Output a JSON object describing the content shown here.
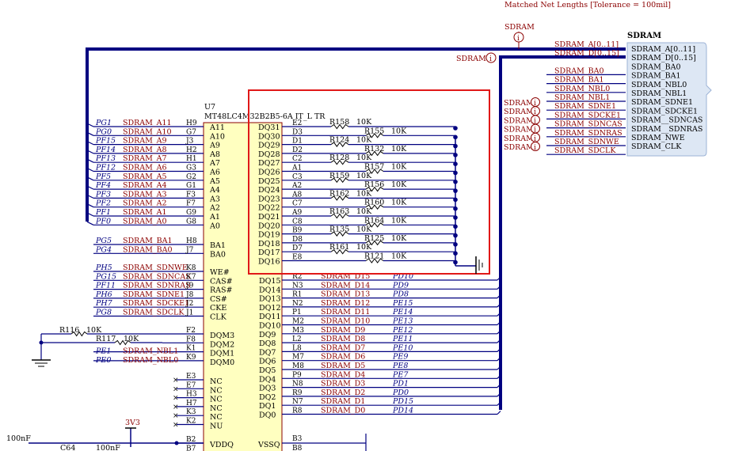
{
  "header": {
    "matched_net": "Matched Net Lengths [Tolerance = 100mil]"
  },
  "harness": {
    "title": "SDRAM",
    "top_label": "SDRAM",
    "left_label": "SDRAM",
    "entries": [
      "SDRAM_A[0..11]",
      "SDRAM_D[0..15]",
      "SDRAM_BA0",
      "SDRAM_BA1",
      "SDRAM_NBL0",
      "SDRAM_NBL1",
      "SDRAM_SDNE1",
      "SDRAM_SDCKE1",
      "SDRAM__SDNCAS",
      "SDRAM__SDNRAS",
      "SDRAM_NWE",
      "SDRAM_CLK"
    ],
    "bus_lines": [
      "SDRAM_A[0..11]",
      "SDRAM_D[0..15]",
      "SDRAM_BA0",
      "SDRAM_BA1",
      "SDRAM_NBL0",
      "SDRAM_NBL1",
      "SDRAM_SDNE1",
      "SDRAM_SDCKE1",
      "SDRAM_SDNCAS",
      "SDRAM_SDNRAS",
      "SDRAM_SDNWE",
      "SDRAM_SDCLK"
    ],
    "sdram_tags": [
      "SDRAM",
      "SDRAM",
      "SDRAM",
      "SDRAM",
      "SDRAM",
      "SDRAM"
    ]
  },
  "chip": {
    "ref": "U7",
    "part": "MT48LC4M32B2B5-6A IT_L TR",
    "addr_pins": [
      {
        "port": "PG1",
        "net": "SDRAM_A11",
        "num": "H9",
        "name": "A11"
      },
      {
        "port": "PG0",
        "net": "SDRAM_A10",
        "num": "G7",
        "name": "A10"
      },
      {
        "port": "PF15",
        "net": "SDRAM_A9",
        "num": "J3",
        "name": "A9"
      },
      {
        "port": "PF14",
        "net": "SDRAM_A8",
        "num": "H2",
        "name": "A8"
      },
      {
        "port": "PF13",
        "net": "SDRAM_A7",
        "num": "H1",
        "name": "A7"
      },
      {
        "port": "PF12",
        "net": "SDRAM_A6",
        "num": "G3",
        "name": "A6"
      },
      {
        "port": "PF5",
        "net": "SDRAM_A5",
        "num": "G2",
        "name": "A5"
      },
      {
        "port": "PF4",
        "net": "SDRAM_A4",
        "num": "G1",
        "name": "A4"
      },
      {
        "port": "PF3",
        "net": "SDRAM_A3",
        "num": "F3",
        "name": "A3"
      },
      {
        "port": "PF2",
        "net": "SDRAM_A2",
        "num": "F7",
        "name": "A2"
      },
      {
        "port": "PF1",
        "net": "SDRAM_A1",
        "num": "G9",
        "name": "A1"
      },
      {
        "port": "PF0",
        "net": "SDRAM_A0",
        "num": "G8",
        "name": "A0"
      }
    ],
    "ba_pins": [
      {
        "port": "PG5",
        "net": "SDRAM_BA1",
        "num": "H8",
        "name": "BA1"
      },
      {
        "port": "PG4",
        "net": "SDRAM_BA0",
        "num": "J7",
        "name": "BA0"
      }
    ],
    "ctrl_pins": [
      {
        "port": "PH5",
        "net": "SDRAM_SDNWE",
        "num": "K8",
        "name": "WE#"
      },
      {
        "port": "PG15",
        "net": "SDRAM_SDNCAS",
        "num": "K7",
        "name": "CAS#"
      },
      {
        "port": "PF11",
        "net": "SDRAM_SDNRAS",
        "num": "J9",
        "name": "RAS#"
      },
      {
        "port": "PH6",
        "net": "SDRAM_SDNE1",
        "num": "J8",
        "name": "CS#"
      },
      {
        "port": "PH7",
        "net": "SDRAM_SDCKE1",
        "num": "J2",
        "name": "CKE"
      },
      {
        "port": "PG8",
        "net": "SDRAM_SDCLK",
        "num": "J1",
        "name": "CLK"
      }
    ],
    "dqm_pins": [
      {
        "port": "",
        "net": "",
        "num": "F2",
        "name": "DQM3"
      },
      {
        "port": "",
        "net": "",
        "num": "F8",
        "name": "DQM2"
      },
      {
        "port": "PE1",
        "net": "SDRAM_NBL1",
        "num": "K1",
        "name": "DQM1"
      },
      {
        "port": "PE0",
        "net": "SDRAM_NBL0",
        "num": "K9",
        "name": "DQM0"
      }
    ],
    "nc_pins": [
      {
        "num": "E3",
        "name": "NC"
      },
      {
        "num": "E7",
        "name": "NC"
      },
      {
        "num": "H3",
        "name": "NC"
      },
      {
        "num": "H7",
        "name": "NC"
      },
      {
        "num": "K3",
        "name": "NC"
      },
      {
        "num": "K2",
        "name": "NU"
      }
    ],
    "power_pins": [
      {
        "num": "B2",
        "name": "VDDQ"
      },
      {
        "num": "B7",
        "name": ""
      }
    ],
    "hi_data": [
      {
        "name": "DQ31",
        "num": "E2",
        "res": "R158",
        "val": "10K"
      },
      {
        "name": "DQ30",
        "num": "D3",
        "res": "R155",
        "val": "10K"
      },
      {
        "name": "DQ29",
        "num": "D1",
        "res": "R124",
        "val": "10K"
      },
      {
        "name": "DQ28",
        "num": "D2",
        "res": "R132",
        "val": "10K"
      },
      {
        "name": "DQ27",
        "num": "C2",
        "res": "R128",
        "val": "10K"
      },
      {
        "name": "DQ26",
        "num": "A1",
        "res": "R157",
        "val": "10K"
      },
      {
        "name": "DQ25",
        "num": "C3",
        "res": "R159",
        "val": "10K"
      },
      {
        "name": "DQ24",
        "num": "A2",
        "res": "R156",
        "val": "10K"
      },
      {
        "name": "DQ23",
        "num": "A8",
        "res": "R162",
        "val": "10K"
      },
      {
        "name": "DQ22",
        "num": "C7",
        "res": "R160",
        "val": "10K"
      },
      {
        "name": "DQ21",
        "num": "A9",
        "res": "R163",
        "val": "10K"
      },
      {
        "name": "DQ20",
        "num": "C8",
        "res": "R164",
        "val": "10K"
      },
      {
        "name": "DQ19",
        "num": "B9",
        "res": "R135",
        "val": "10K"
      },
      {
        "name": "DQ18",
        "num": "D8",
        "res": "R125",
        "val": "10K"
      },
      {
        "name": "DQ17",
        "num": "D7",
        "res": "R161",
        "val": "10K"
      },
      {
        "name": "DQ16",
        "num": "E8",
        "res": "R121",
        "val": "10K"
      }
    ],
    "lo_data": [
      {
        "name": "DQ15",
        "num": "R2",
        "net": "SDRAM_D15",
        "port": "PD10"
      },
      {
        "name": "DQ14",
        "num": "N3",
        "net": "SDRAM_D14",
        "port": "PD9"
      },
      {
        "name": "DQ13",
        "num": "R1",
        "net": "SDRAM_D13",
        "port": "PD8"
      },
      {
        "name": "DQ12",
        "num": "N2",
        "net": "SDRAM_D12",
        "port": "PE15"
      },
      {
        "name": "DQ11",
        "num": "P1",
        "net": "SDRAM_D11",
        "port": "PE14"
      },
      {
        "name": "DQ10",
        "num": "M2",
        "net": "SDRAM_D10",
        "port": "PE13"
      },
      {
        "name": "DQ9",
        "num": "M3",
        "net": "SDRAM_D9",
        "port": "PE12"
      },
      {
        "name": "DQ8",
        "num": "L2",
        "net": "SDRAM_D8",
        "port": "PE11"
      },
      {
        "name": "DQ7",
        "num": "L8",
        "net": "SDRAM_D7",
        "port": "PE10"
      },
      {
        "name": "DQ6",
        "num": "M7",
        "net": "SDRAM_D6",
        "port": "PE9"
      },
      {
        "name": "DQ5",
        "num": "M8",
        "net": "SDRAM_D5",
        "port": "PE8"
      },
      {
        "name": "DQ4",
        "num": "P9",
        "net": "SDRAM_D4",
        "port": "PE7"
      },
      {
        "name": "DQ3",
        "num": "N8",
        "net": "SDRAM_D3",
        "port": "PD1"
      },
      {
        "name": "DQ2",
        "num": "R9",
        "net": "SDRAM_D2",
        "port": "PD0"
      },
      {
        "name": "DQ1",
        "num": "N7",
        "net": "SDRAM_D1",
        "port": "PD15"
      },
      {
        "name": "DQ0",
        "num": "R8",
        "net": "SDRAM_D0",
        "port": "PD14"
      }
    ],
    "vssq": {
      "name": "VSSQ",
      "num": "B3",
      "num2": "B8"
    }
  },
  "dqm_res": [
    {
      "ref": "R116",
      "val": "10K"
    },
    {
      "ref": "R117",
      "val": "10K"
    }
  ],
  "power": {
    "label": "3V3",
    "cap_left": "100nF",
    "cap_ref": "C64",
    "cap_val": "100nF",
    "cap_mid": "|||"
  }
}
